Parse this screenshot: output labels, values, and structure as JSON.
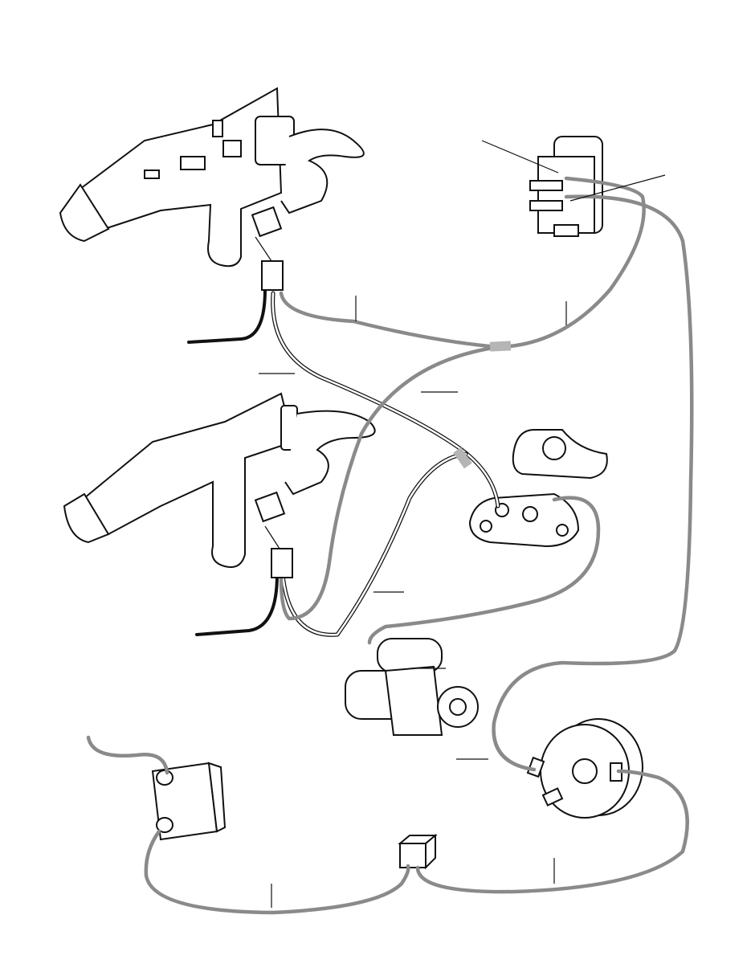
{
  "diagram": {
    "type": "wiring-diagram",
    "colors": {
      "main_wire": "#8a8a8a",
      "ground_wire": "#111111",
      "thin_wire": "#ffffff",
      "sleeve": "#b5b5b5",
      "outline": "#111111"
    },
    "components": [
      "control-handle-upper",
      "control-handle-lower",
      "rocker-switch",
      "neutral-safety-switch",
      "switch-mounting-base",
      "starter-motor",
      "starter-solenoid",
      "circuit-breaker",
      "fuse-connector"
    ]
  }
}
